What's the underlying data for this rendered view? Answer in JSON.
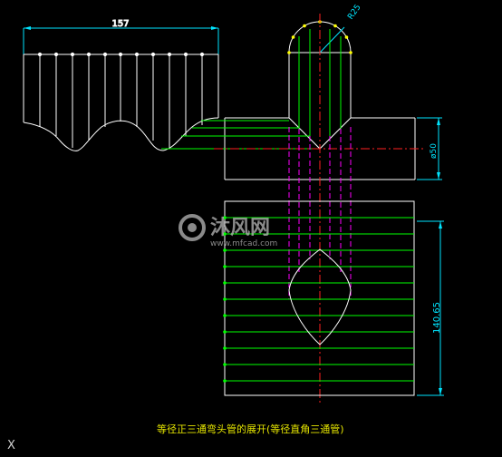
{
  "drawing": {
    "caption": "等径正三通弯头管的展开(等径直角三通管)",
    "watermark_brand": "沐风网",
    "watermark_url": "www.mfcad.com",
    "ucs_label": "X"
  },
  "dimensions": {
    "width_dim": "157",
    "radius_dim": "R25",
    "diameter_dim": "ø50",
    "height_dim": "140.65"
  },
  "colors": {
    "background": "#000000",
    "outline": "#ffffff",
    "dimension": "#00e5ff",
    "projection": "#00ff00",
    "hidden": "#ff00ff",
    "center": "#ff2020",
    "text": "#e5e500",
    "watermark": "#b8b8b8"
  },
  "icons": {
    "watermark_logo": "mfcad-logo-icon"
  }
}
